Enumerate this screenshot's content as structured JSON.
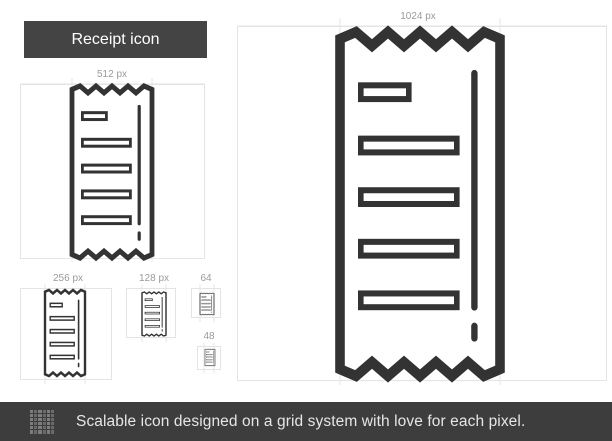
{
  "title": "Receipt icon",
  "size_labels": {
    "px1024": "1024 px",
    "px512": "512 px",
    "px256": "256 px",
    "px128": "128 px",
    "px64": "64",
    "px48": "48"
  },
  "footer": {
    "text": "Scalable icon designed on a grid system with love for each pixel.",
    "icon": "grid-pattern-icon"
  },
  "colors": {
    "stroke": "#333333",
    "dark_bar": "#3d3d3d",
    "guide": "#e4e4e4",
    "label": "#9a9a9a"
  }
}
